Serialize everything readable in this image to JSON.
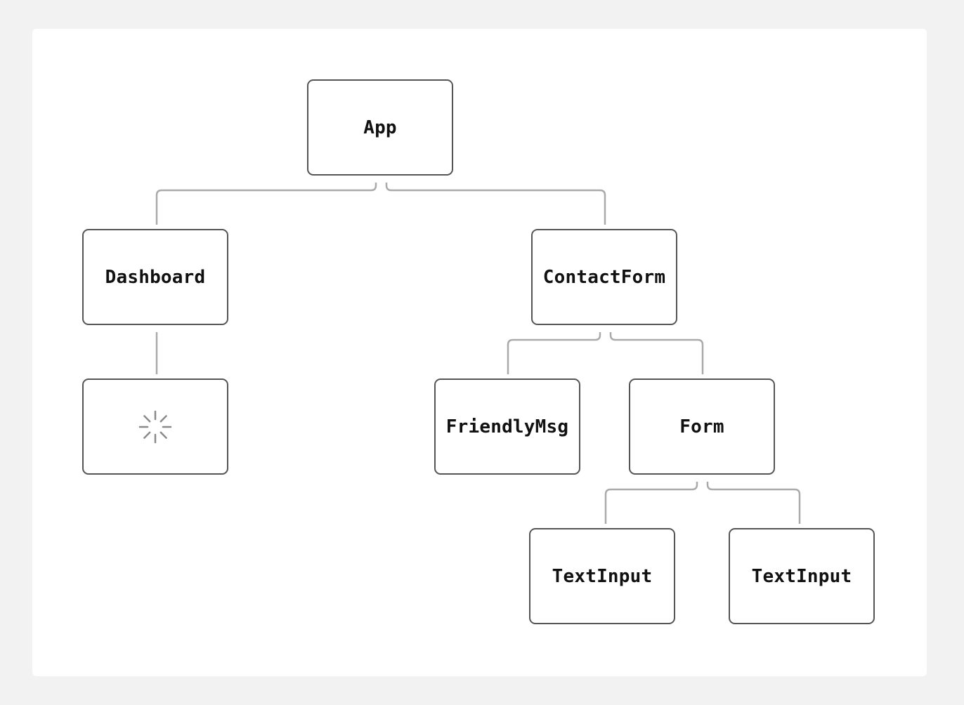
{
  "diagram": {
    "nodes": {
      "app": {
        "label": "App"
      },
      "dashboard": {
        "label": "Dashboard"
      },
      "dashboard_child": {
        "label": "",
        "icon": "loading-spinner-icon"
      },
      "contact_form": {
        "label": "ContactForm"
      },
      "friendly_msg": {
        "label": "FriendlyMsg"
      },
      "form": {
        "label": "Form"
      },
      "text_input_1": {
        "label": "TextInput"
      },
      "text_input_2": {
        "label": "TextInput"
      }
    },
    "edges": [
      [
        "app",
        "dashboard"
      ],
      [
        "app",
        "contact_form"
      ],
      [
        "dashboard",
        "dashboard_child"
      ],
      [
        "contact_form",
        "friendly_msg"
      ],
      [
        "contact_form",
        "form"
      ],
      [
        "form",
        "text_input_1"
      ],
      [
        "form",
        "text_input_2"
      ]
    ],
    "colors": {
      "background": "#f2f2f2",
      "panel": "#ffffff",
      "node_border": "#555555",
      "edge": "#aaaaaa",
      "text": "#111111"
    }
  }
}
